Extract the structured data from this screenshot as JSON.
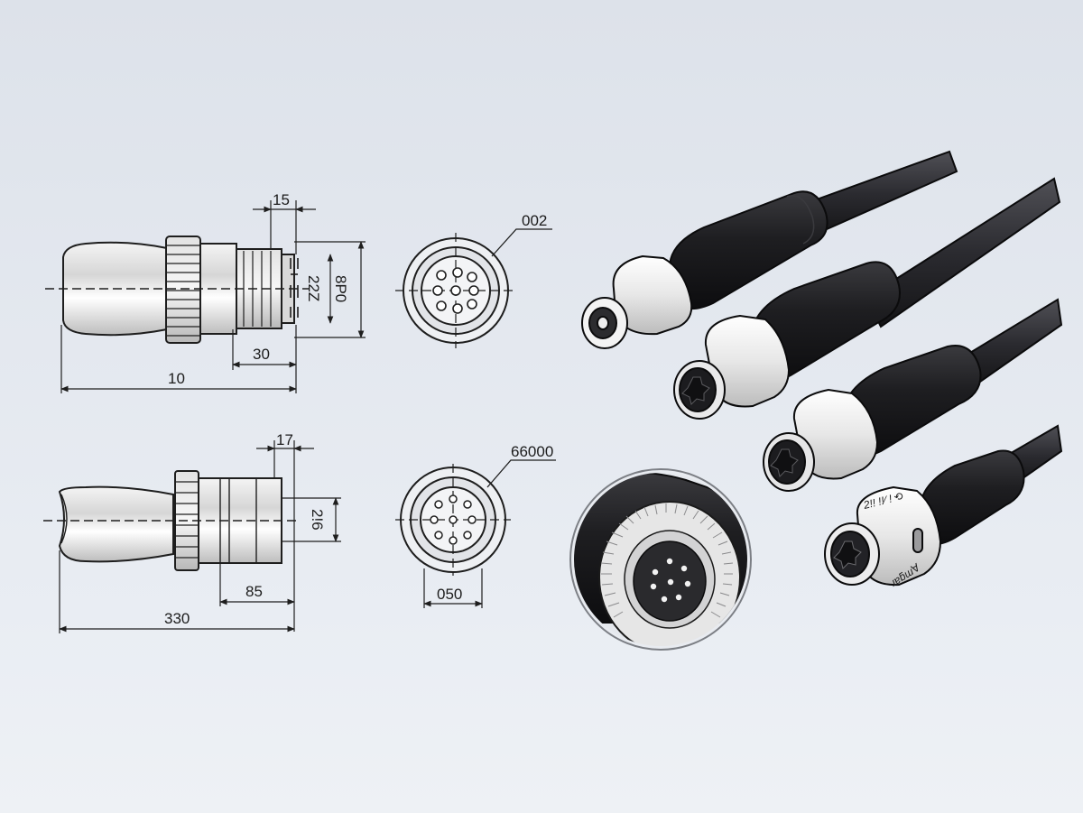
{
  "drawing_1": {
    "dims": {
      "top_width": "15",
      "inner_dia": "22Z",
      "outer_dia": "8P0",
      "thread_len": "30",
      "total_len": "10"
    },
    "face_callout": "002"
  },
  "drawing_2": {
    "dims": {
      "top_width": "17",
      "dia": "2!6",
      "thread_len": "85",
      "total_len": "330"
    },
    "face_callout": "66000",
    "face_width": "050"
  },
  "products": {
    "count": 4,
    "ring_text": "2!! !!⁄ ! ⟲",
    "ring_text_side": "ɹɐƃɯ∀"
  },
  "colors": {
    "background_top": "#dde2ea",
    "background_bottom": "#eef1f5",
    "line": "#1e1e1e",
    "cable": "#2a2a2e",
    "overmold": "#18181b",
    "collar": "#e9e9ea"
  }
}
